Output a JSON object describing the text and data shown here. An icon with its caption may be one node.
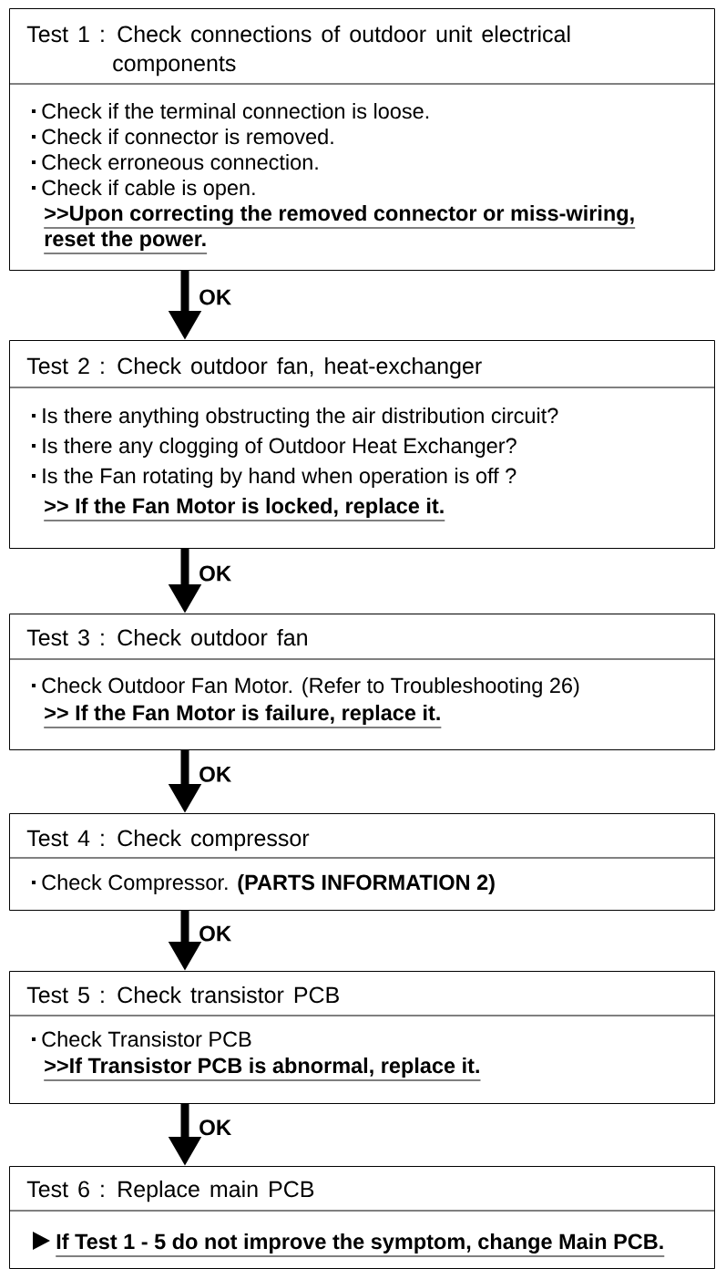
{
  "diagram": {
    "nodes": [
      {
        "text": [
          "Test 1 : Check connections of outdoor unit electrical components",
          "Check if the terminal connection is loose.",
          "Check if connector is removed.",
          "Check erroneous connection.",
          "Check if cable is open.",
          ">>Upon correcting the removed connector or miss-wiring, reset the power."
        ]
      },
      {
        "text": [
          "Test 2 : Check outdoor fan, heat-exchanger",
          "Is there anything obstructing the air distribution circuit?",
          "Is there any clogging of Outdoor Heat Exchanger?",
          "Is the Fan rotating by hand when operation is off ?",
          ">> If the Fan Motor is locked, replace it."
        ]
      },
      {
        "text": [
          "Test 3 : Check outdoor fan",
          "Check Outdoor Fan Motor. (Refer to Troubleshooting 26)",
          ">> If the Fan Motor is failure, replace it."
        ]
      },
      {
        "text": [
          "Test 4 : Check compressor",
          "Check Compressor. **(PARTS INFORMATION 2)**"
        ]
      },
      {
        "text": [
          "Test 5 : Check transistor PCB",
          "Check Transistor PCB",
          ">>If Transistor PCB is abnormal, replace it."
        ]
      },
      {
        "text": [
          "Test 6 : Replace main PCB",
          "If Test 1 - 5 do not improve the symptom, change Main PCB."
        ]
      }
    ],
    "edges": [
      {
        "from": 0,
        "to": 1,
        "arrow": "to",
        "label": "OK"
      },
      {
        "from": 1,
        "to": 2,
        "arrow": "to",
        "label": "OK"
      },
      {
        "from": 2,
        "to": 3,
        "arrow": "to",
        "label": "OK"
      },
      {
        "from": 3,
        "to": 4,
        "arrow": "to",
        "label": "OK"
      },
      {
        "from": 4,
        "to": 5,
        "arrow": "to",
        "label": "OK"
      }
    ]
  }
}
